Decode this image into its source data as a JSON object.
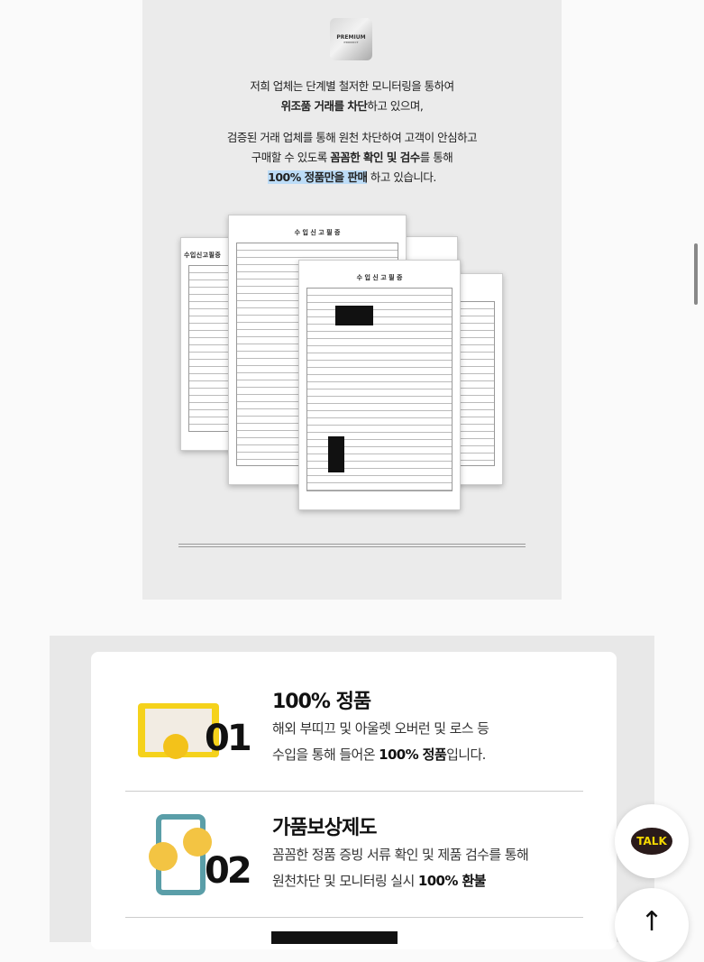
{
  "intro": {
    "badge": {
      "label": "PREMIUM",
      "sub": "PRODUCT"
    },
    "line1": "저희 업체는 단계별 철저한 모니터링을 통하여",
    "line2_bold": "위조품 거래를 차단",
    "line2_rest": "하고 있으며,",
    "line3": "검증된 거래 업체를 통해 원천 차단하여  고객이 안심하고",
    "line4_a": "구매할 수 있도록 ",
    "line4_bold1": "꼼꼼한 확인 및 검수",
    "line4_b": "를 통해",
    "line5_hl": "100% 정품만을 판매",
    "line5_rest": " 하고 있습니다.",
    "doc_title": "수 입 신 고 필 증"
  },
  "features": [
    {
      "num": "01",
      "title": "100% 정품",
      "desc1": "해외 부띠끄 및 아울렛 오버런 및 로스 등",
      "desc2_a": "수입을 통해 들어온 ",
      "desc2_bold": "100% 정품",
      "desc2_b": "입니다."
    },
    {
      "num": "02",
      "title": "가품보상제도",
      "desc1": "꼼꼼한 정품 증빙 서류 확인 및 제품 검수를 통해",
      "desc2_a": "원천차단 및 모니터링 실시 ",
      "desc2_bold": "100% 환불",
      "desc2_b": ""
    }
  ],
  "floating": {
    "talk": "TALK",
    "top": "↑"
  }
}
